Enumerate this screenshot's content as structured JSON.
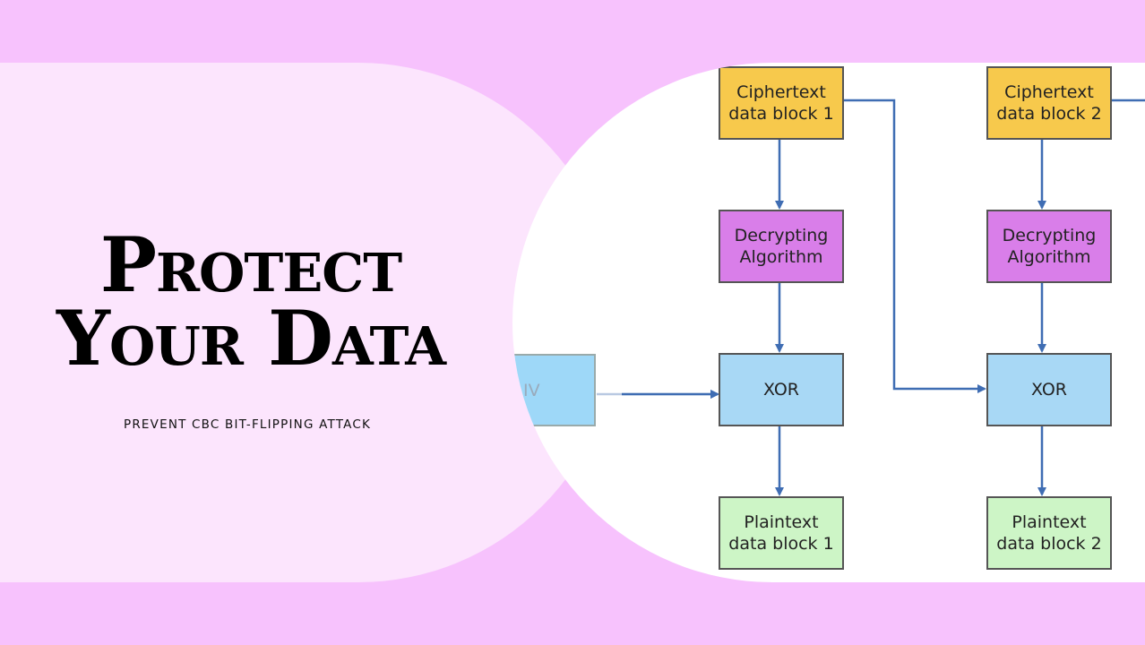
{
  "headline": {
    "line1": "Protect",
    "line2": "Your Data"
  },
  "subtitle": "PREVENT CBC BIT-FLIPPING ATTACK",
  "diagram": {
    "iv_label": "IV",
    "block1": {
      "ciphertext": "Ciphertext data block 1",
      "decrypt": "Decrypting Algorithm",
      "xor": "XOR",
      "plaintext": "Plaintext data block 1"
    },
    "block2": {
      "ciphertext": "Ciphertext data block 2",
      "decrypt": "Decrypting Algorithm",
      "xor": "XOR",
      "plaintext": "Plaintext data block 2"
    }
  },
  "colors": {
    "background": "#f7c2fd",
    "left_panel": "#fce5fd",
    "ciphertext": "#f7c94c",
    "decrypt": "#d97ee9",
    "xor": "#a8d8f5",
    "plaintext": "#cdf5c6",
    "arrow": "#3f6db3"
  }
}
